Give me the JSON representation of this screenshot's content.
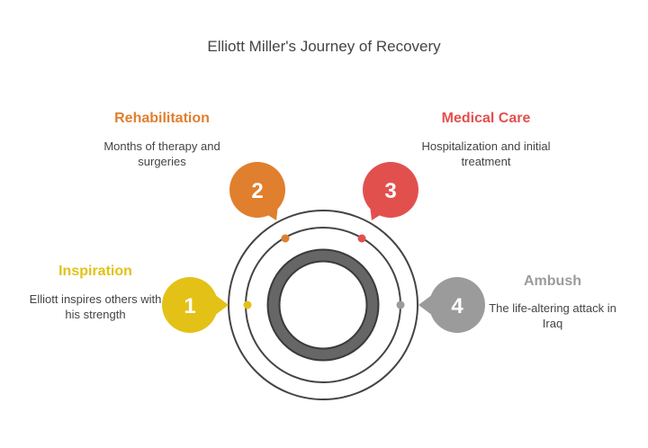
{
  "title": "Elliott Miller's Journey of Recovery",
  "steps": [
    {
      "number": "1",
      "title": "Inspiration",
      "description": "Elliott inspires others with his strength",
      "color": "#E3C117"
    },
    {
      "number": "2",
      "title": "Rehabilitation",
      "description": "Months of therapy and surgeries",
      "color": "#E07F2D"
    },
    {
      "number": "3",
      "title": "Medical Care",
      "description": "Hospitalization and initial treatment",
      "color": "#E2504E"
    },
    {
      "number": "4",
      "title": "Ambush",
      "description": "The life-altering attack in Iraq",
      "color": "#9B9B9B"
    }
  ],
  "colors": {
    "rings": "#444444",
    "core": "#666666",
    "core_outline": "#3a3a3a"
  }
}
